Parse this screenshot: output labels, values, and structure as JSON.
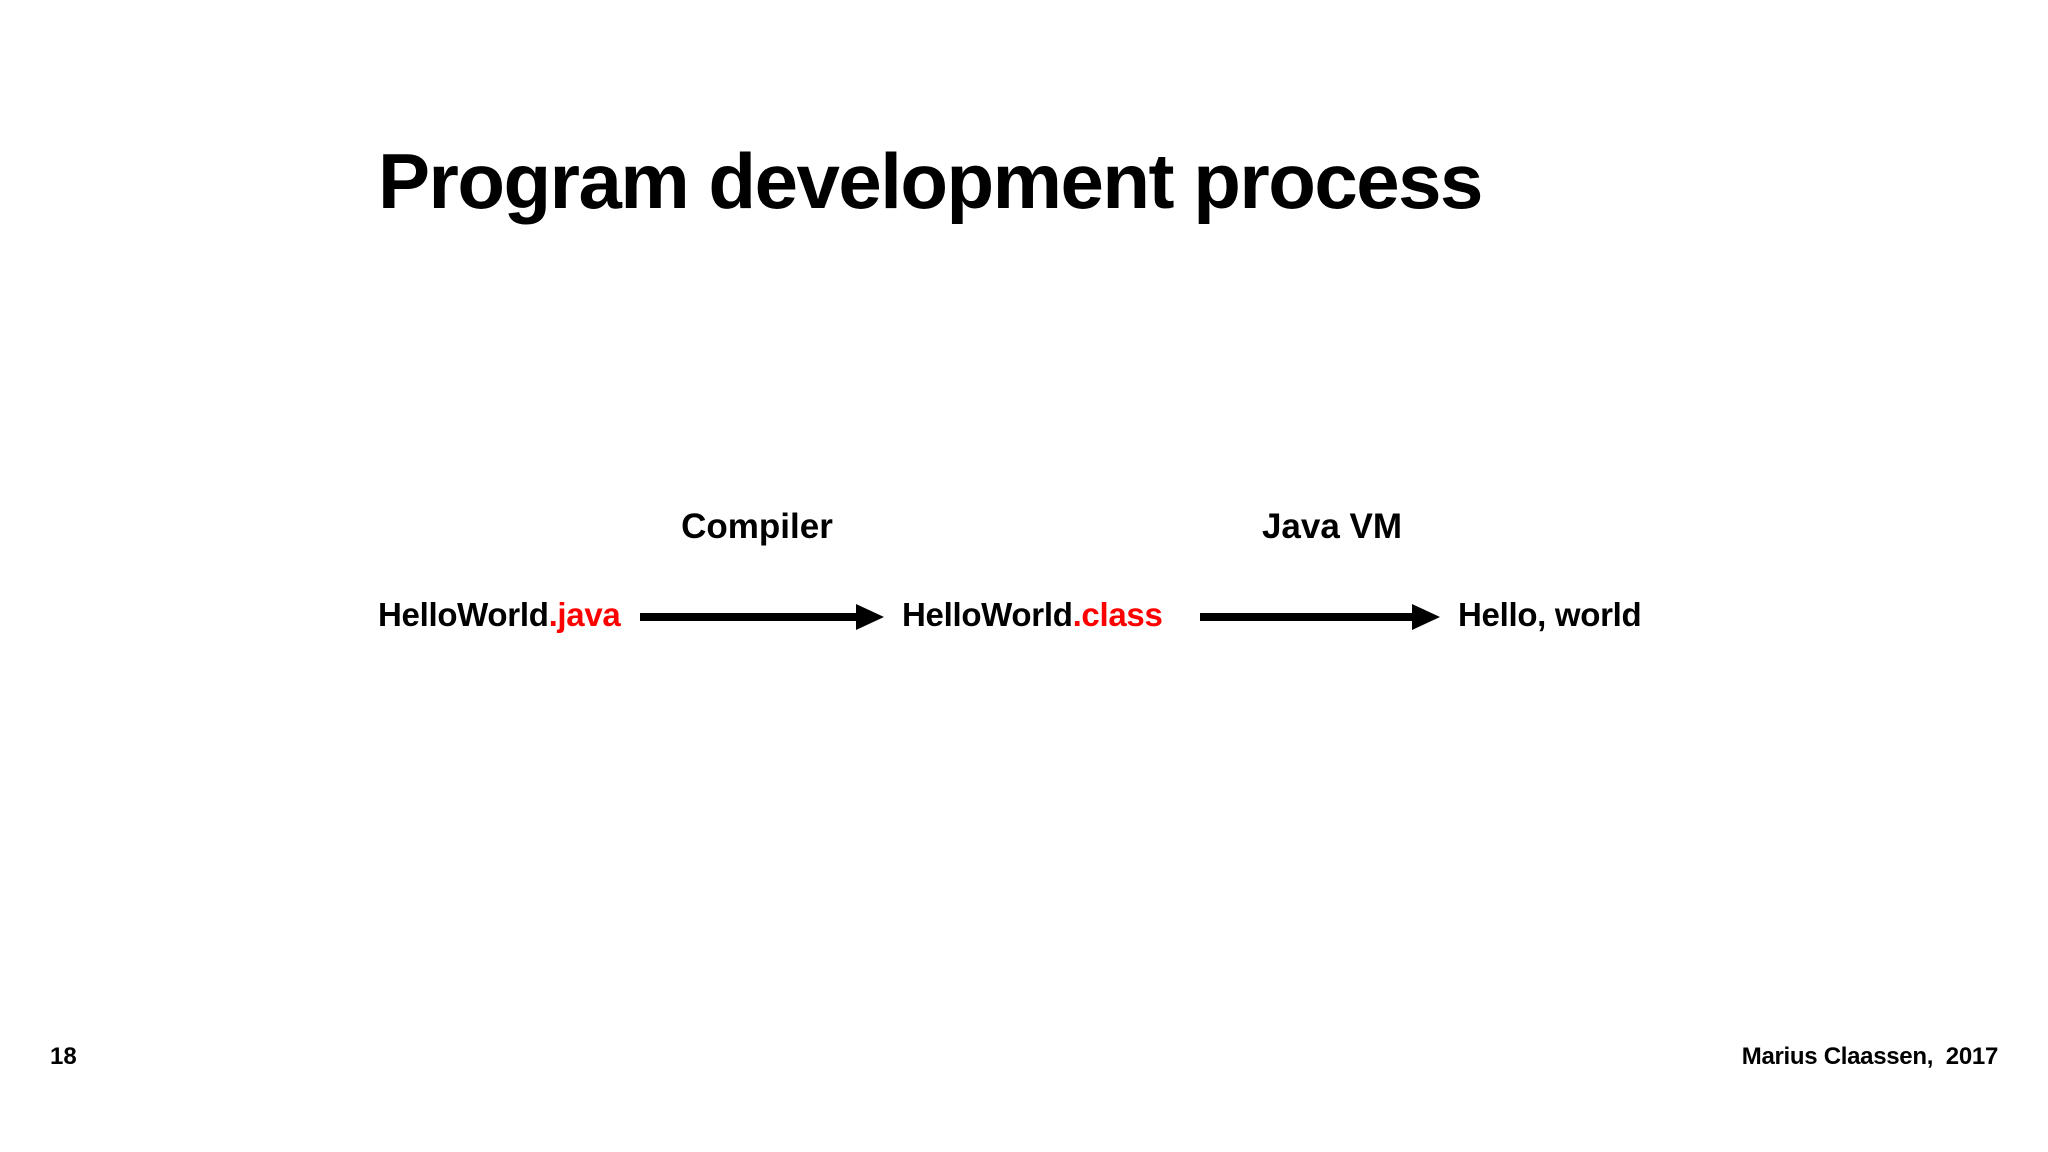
{
  "slide": {
    "title": "Program development process",
    "diagram": {
      "compiler_label": "Compiler",
      "javavm_label": "Java VM",
      "source_file": {
        "name": "HelloWorld",
        "extension": ".java"
      },
      "class_file": {
        "name": "HelloWorld",
        "extension": ".class"
      },
      "output_text": "Hello, world",
      "arrow_icons": [
        "right-arrow",
        "right-arrow"
      ]
    },
    "footer": {
      "page_number": "18",
      "credit": "Marius Claassen,  2017"
    }
  },
  "colors": {
    "background": "#ffffff",
    "text": "#000000",
    "highlight": "#ff0000"
  }
}
